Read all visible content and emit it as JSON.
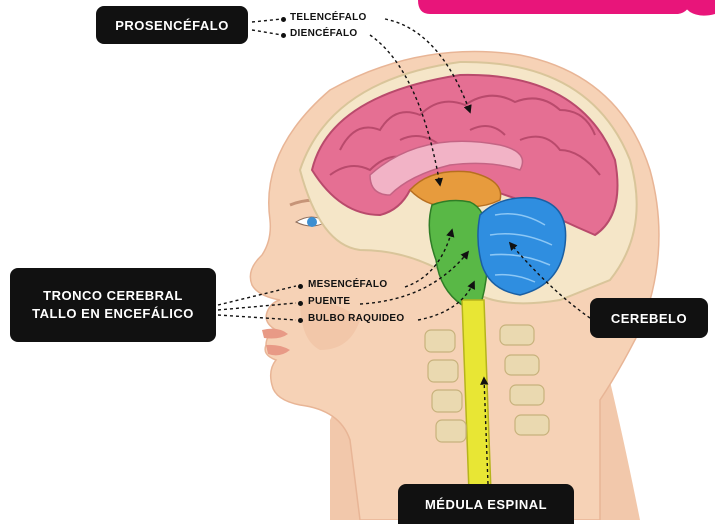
{
  "labels": {
    "prosencefalo": "PROSENCÉFALO",
    "telencefalo": "TELENCÉFALO",
    "diencefalo": "DIENCÉFALO",
    "tronco_line1": "TRONCO CEREBRAL",
    "tronco_line2": "TALLO EN ENCEFÁLICO",
    "mesencefalo": "MESENCÉFALO",
    "puente": "PUENTE",
    "bulbo": "BULBO RAQUIDEO",
    "cerebelo": "CEREBELO",
    "medula": "MÉDULA ESPINAL"
  },
  "colors": {
    "skin": "#f6d2b6",
    "brain": "#e56f93",
    "diencephalon": "#e79b3d",
    "brainstem": "#59b846",
    "cerebellum": "#2f8ee0",
    "spinal_cord": "#e8e634",
    "accent": "#e8157a"
  }
}
